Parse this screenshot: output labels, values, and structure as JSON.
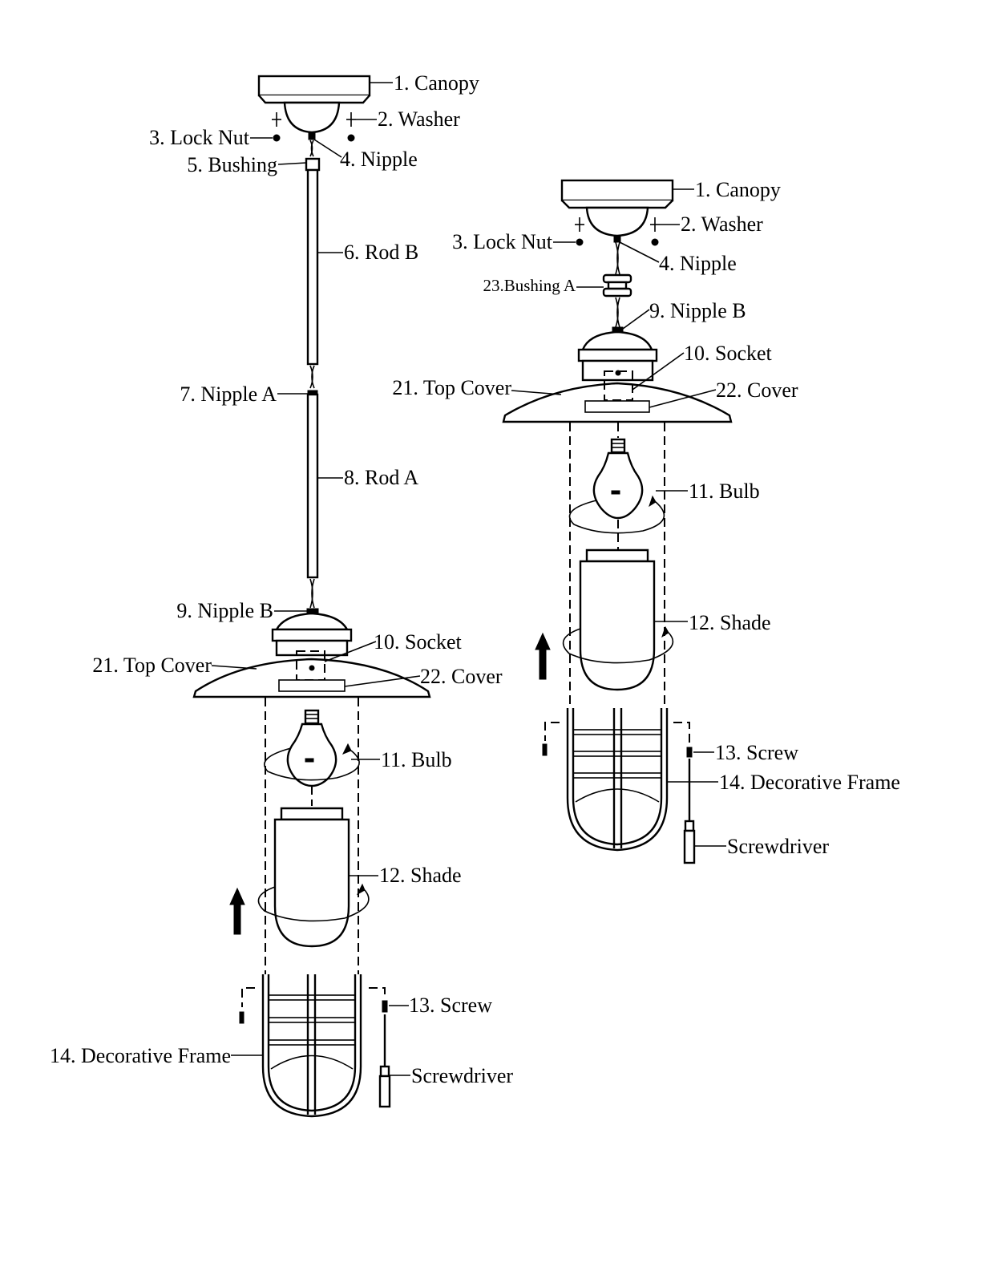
{
  "left_assembly": {
    "canopy": "1. Canopy",
    "washer": "2. Washer",
    "lock_nut": "3. Lock Nut",
    "nipple": "4. Nipple",
    "bushing": "5. Bushing",
    "rod_b": "6. Rod B",
    "nipple_a": "7. Nipple A",
    "rod_a": "8. Rod A",
    "nipple_b": "9. Nipple B",
    "socket": "10. Socket",
    "top_cover": "21. Top Cover",
    "cover": "22. Cover",
    "bulb": "11. Bulb",
    "shade": "12. Shade",
    "screw": "13. Screw",
    "decorative_frame": "14. Decorative Frame",
    "screwdriver": "Screwdriver"
  },
  "right_assembly": {
    "canopy": "1. Canopy",
    "washer": "2. Washer",
    "lock_nut": "3. Lock Nut",
    "nipple": "4. Nipple",
    "bushing_a": "23.Bushing A",
    "nipple_b": "9. Nipple B",
    "socket": "10. Socket",
    "top_cover": "21. Top Cover",
    "cover": "22. Cover",
    "bulb": "11. Bulb",
    "shade": "12. Shade",
    "screw": "13. Screw",
    "decorative_frame": "14. Decorative Frame",
    "screwdriver": "Screwdriver"
  }
}
